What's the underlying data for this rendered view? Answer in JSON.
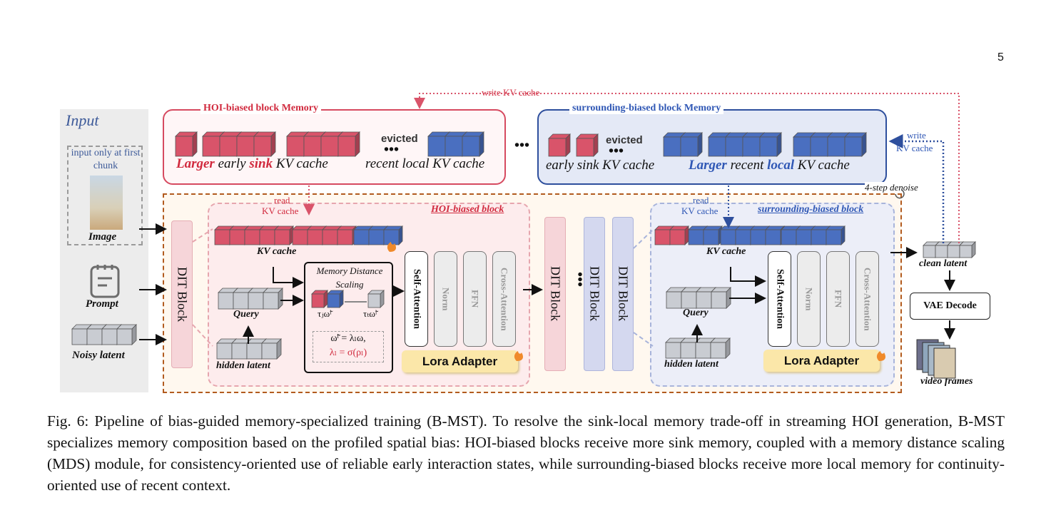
{
  "page_number": "5",
  "input": {
    "title": "Input",
    "first_chunk_note": "input only at first chunk",
    "image_label": "Image",
    "prompt_label": "Prompt",
    "noisy_label": "Noisy latent"
  },
  "memory": {
    "hoi_title": "HOI-biased block Memory",
    "hoi_cap_larger": "Larger",
    "hoi_cap_early": " early ",
    "hoi_cap_sink": "sink",
    "hoi_cap_kv": " KV cache",
    "hoi_recent": "recent local KV cache",
    "evicted": "evicted",
    "sur_title": "surrounding-biased block Memory",
    "sur_early": "early sink KV cache",
    "sur_larger": "Larger",
    "sur_recent": " recent ",
    "sur_local": "local",
    "sur_kv": " KV cache",
    "write_kv": "write KV cache",
    "write": "write",
    "kv_cache": "KV cache",
    "read": "read",
    "ellipsis": "•••"
  },
  "pipeline": {
    "four_step": "4-step denoise",
    "dit_block": "DIT Block",
    "hoi_block_title": "HOI-biased block",
    "sur_block_title": "surrounding-biased block",
    "kv_cache": "KV cache",
    "query": "Query",
    "hidden_latent": "hidden latent",
    "mds_title_1": "Memory Distance",
    "mds_title_2": "Scaling",
    "tau_j": "τⱼω̃ˡ",
    "tau_t": "τₜω̃ˡ",
    "formula_1": "ω̃ˡ = λₗω,",
    "formula_2": "λₗ = σ(ρₗ)",
    "self_attention": "Self-Attention",
    "norm": "Norm",
    "ffn": "FFN",
    "cross_attention": "Cross-Attention",
    "lora": "Lora Adapter",
    "clean_latent": "clean latent",
    "vae_decode": "VAE Decode",
    "video_frames": "video frames"
  },
  "caption": "Fig. 6: Pipeline of bias-guided memory-specialized training (B-MST). To resolve the sink-local memory trade-off in streaming HOI generation, B-MST specializes memory composition based on the profiled spatial bias: HOI-biased blocks receive more sink memory, coupled with a memory distance scaling (MDS) module, for consistency-oriented use of reliable early interaction states, while surrounding-biased blocks receive more local memory for continuity-oriented use of recent context.",
  "colors": {
    "sink": "#d9546a",
    "local": "#4a6fc0",
    "latent": "#c9ccd2"
  }
}
